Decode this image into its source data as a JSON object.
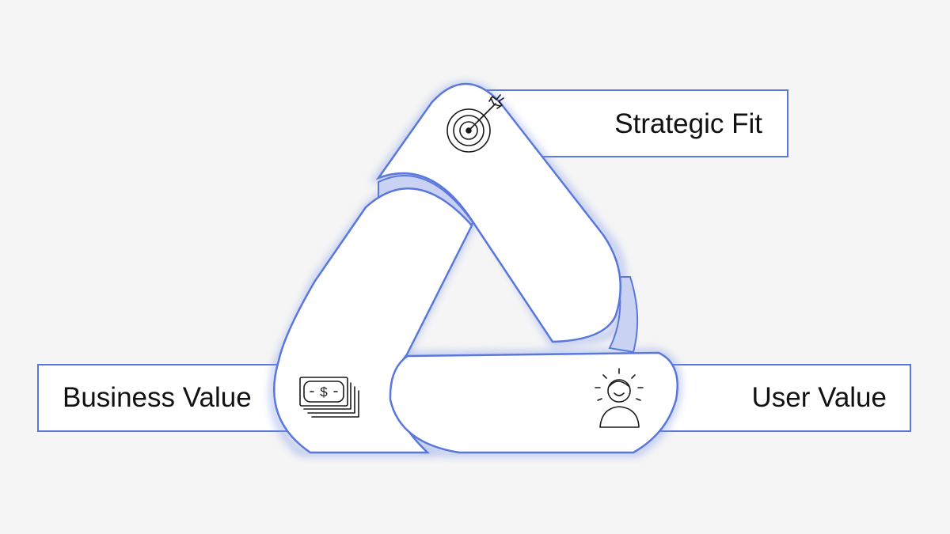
{
  "diagram": {
    "labels": {
      "strategic_fit": "Strategic Fit",
      "business_value": "Business Value",
      "user_value": "User Value"
    },
    "icons": {
      "strategic_fit": "target-arrow-icon",
      "business_value": "cash-stack-icon",
      "user_value": "happy-user-icon"
    },
    "colors": {
      "background": "#f5f5f5",
      "outline": "#5a78dc",
      "underlay": "#c9d2f3",
      "fill": "#ffffff",
      "text": "#111111"
    }
  }
}
